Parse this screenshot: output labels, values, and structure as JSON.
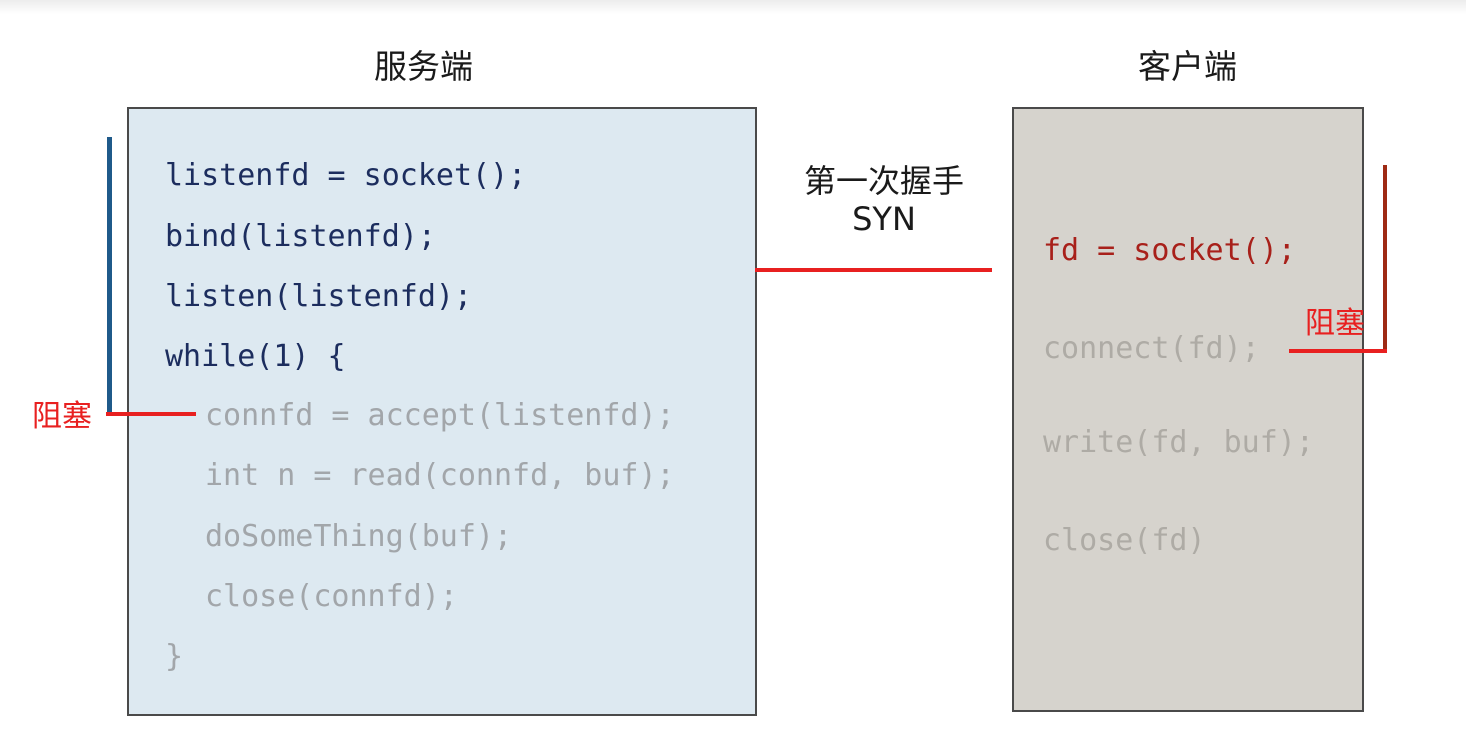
{
  "server": {
    "title": "服务端",
    "code": [
      "listenfd = socket();",
      "bind(listenfd);",
      "listen(listenfd);",
      "while(1) {",
      "connfd = accept(listenfd);",
      "int n = read(connfd, buf);",
      "doSomeThing(buf);",
      "close(connfd);",
      "}"
    ],
    "block_label": "阻塞"
  },
  "client": {
    "title": "客户端",
    "code": [
      "fd = socket();",
      "connect(fd);",
      "write(fd, buf);",
      "close(fd)"
    ],
    "block_label": "阻塞"
  },
  "handshake": {
    "label": "第一次握手",
    "signal": "SYN"
  },
  "colors": {
    "server_bg": "#dde9f1",
    "client_bg": "#d6d3cd",
    "server_active_code": "#1c2d5e",
    "client_active_code": "#a8201a",
    "dim_code": "#a2a6aa",
    "block_red": "#e82020",
    "server_bracket": "#1f5a8a",
    "client_bracket": "#9e2a14"
  }
}
